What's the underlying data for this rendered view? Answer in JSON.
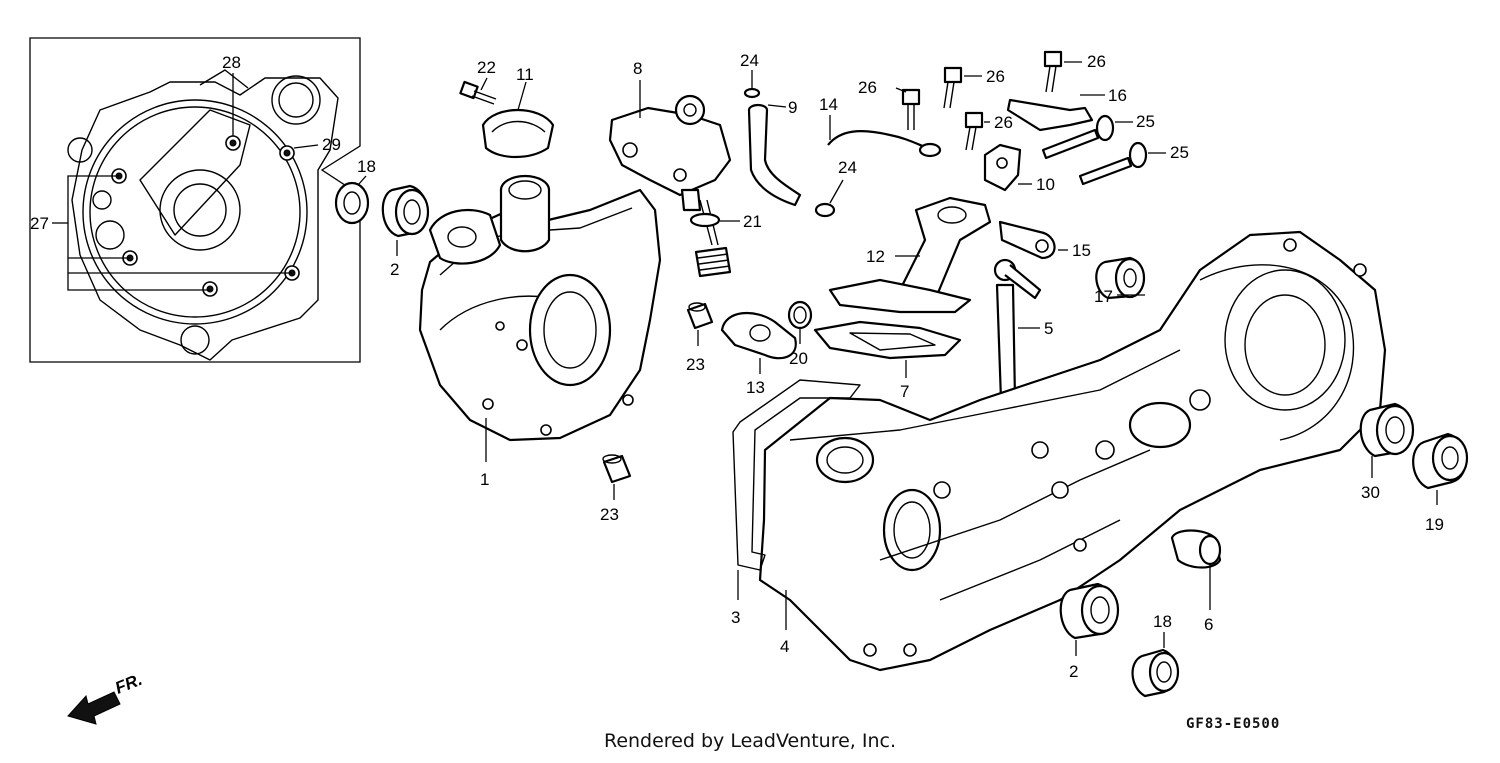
{
  "footer": {
    "rendered_by": "Rendered by LeadVenture, Inc."
  },
  "diagram_code": "GF83-E0500",
  "direction_label": "FR.",
  "callouts": {
    "c1": "1",
    "c2a": "2",
    "c2b": "2",
    "c3": "3",
    "c4": "4",
    "c5": "5",
    "c6": "6",
    "c7": "7",
    "c8": "8",
    "c9": "9",
    "c10": "10",
    "c11": "11",
    "c12": "12",
    "c13": "13",
    "c14": "14",
    "c15": "15",
    "c16": "16",
    "c17": "17",
    "c18a": "18",
    "c18b": "18",
    "c19": "19",
    "c20": "20",
    "c21": "21",
    "c22": "22",
    "c23a": "23",
    "c23b": "23",
    "c24a": "24",
    "c24b": "24",
    "c25a": "25",
    "c25b": "25",
    "c26a": "26",
    "c26b": "26",
    "c26c": "26",
    "c26d": "26",
    "c27": "27",
    "c28": "28",
    "c29": "29",
    "c30": "30"
  }
}
